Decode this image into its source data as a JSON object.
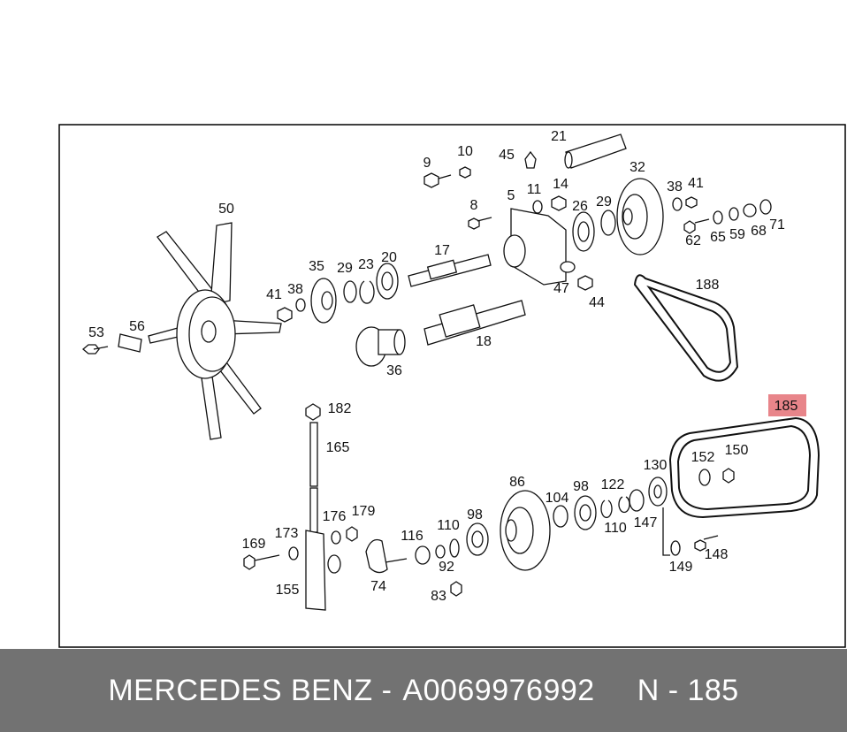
{
  "diagram": {
    "highlight_color": "#e8858a",
    "highlighted_part": "185",
    "part_labels": [
      "9",
      "10",
      "45",
      "21",
      "32",
      "8",
      "5",
      "11",
      "14",
      "26",
      "29",
      "38",
      "41",
      "62",
      "65",
      "59",
      "68",
      "71",
      "50",
      "17",
      "35",
      "29",
      "23",
      "20",
      "41",
      "38",
      "47",
      "44",
      "188",
      "53",
      "56",
      "18",
      "36",
      "182",
      "185",
      "165",
      "152",
      "150",
      "130",
      "86",
      "104",
      "98",
      "122",
      "176",
      "179",
      "173",
      "169",
      "116",
      "110",
      "98",
      "110",
      "147",
      "149",
      "148",
      "92",
      "155",
      "74",
      "83"
    ]
  },
  "footer": {
    "brand": "MERCEDES BENZ -",
    "part_number": "A0069976992",
    "reference": "N - 185"
  }
}
